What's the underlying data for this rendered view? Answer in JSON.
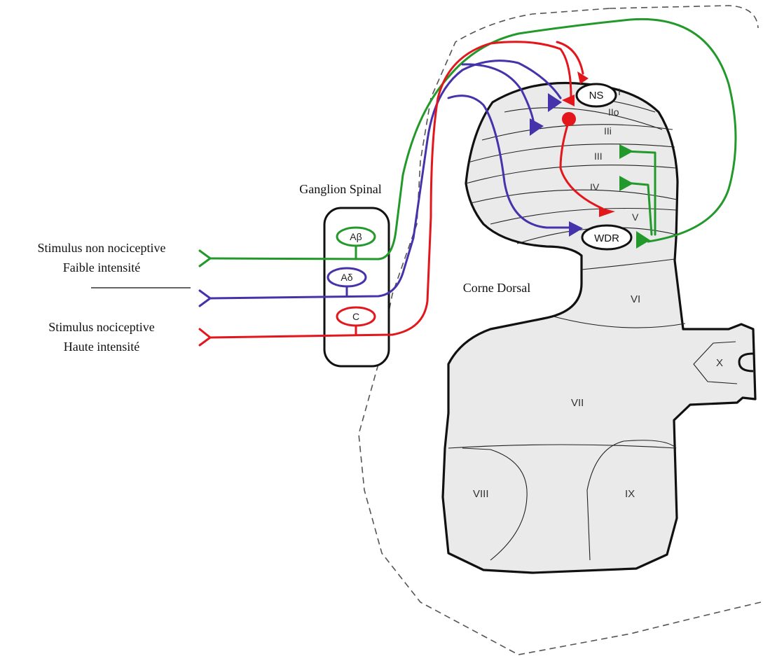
{
  "labels": {
    "ganglion": "Ganglion Spinal",
    "dorsal_horn": "Corne Dorsal",
    "stimulus_low_line1": "Stimulus non nociceptive",
    "stimulus_low_line2": "Faible intensité",
    "stimulus_high_line1": "Stimulus nociceptive",
    "stimulus_high_line2": "Haute intensité"
  },
  "fibers": {
    "a_beta": "Aβ",
    "a_delta": "Aδ",
    "c": "C"
  },
  "neurons": {
    "ns": "NS",
    "wdr": "WDR"
  },
  "laminae": {
    "i": "I",
    "iio": "IIo",
    "iii_inner": "IIi",
    "iii": "III",
    "iv": "IV",
    "v": "V",
    "vi": "VI",
    "vii": "VII",
    "viii": "VIII",
    "ix": "IX",
    "x": "X"
  },
  "colors": {
    "a_beta": "#22992a",
    "a_delta": "#4433aa",
    "c": "#e3161b"
  }
}
